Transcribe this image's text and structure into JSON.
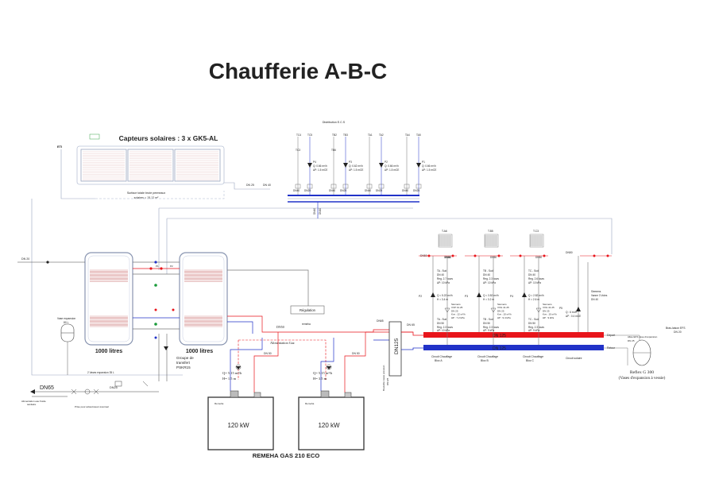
{
  "title": "Chaufferie A-B-C",
  "solar": {
    "label": "Capteurs solaires : 3 x GK5-AL",
    "surface_line1": "Surface totale brute permeaux",
    "surface_line2": "solaires = 15,12 m²",
    "sensor": "ETI"
  },
  "distribution": {
    "label": "Distribution E.C.S",
    "sensors": [
      "TC4",
      "TC5",
      "TB2",
      "TB3",
      "TA1",
      "TA2",
      "TA4",
      "TA5"
    ],
    "sub": [
      "TC3",
      "TB6"
    ],
    "pumps": [
      {
        "name": "P4",
        "q": "Q: 0.66 m³/h",
        "dp": "ΔP: 1.5 mCE"
      },
      {
        "name": "P3",
        "q": "Q: 0.62 m³/h",
        "dp": "ΔP: 1.5 mCE"
      },
      {
        "name": "P2",
        "q": "Q: 0.66 m³/h",
        "dp": "ΔP: 1.5 mCE"
      },
      {
        "name": "P1",
        "q": "Q: 0.66 m³/h",
        "dp": "ΔP: 1.5 mCE"
      }
    ],
    "dn": [
      "DN40",
      "DN25",
      "DN40",
      "DN25",
      "DN40",
      "DN25",
      "DN40",
      "DN25"
    ],
    "feed": [
      "DN 25",
      "DN 40"
    ],
    "vertical": [
      "DN40",
      "DN40"
    ]
  },
  "tanks": {
    "left": "1000 litres",
    "right": "1000 litres",
    "transfer_group": [
      "Groupe de",
      "transfert",
      "PSKR15"
    ]
  },
  "left_side": {
    "dn_in": "DN 20",
    "expansion_vessel": [
      "Vase expansion",
      "80 L"
    ],
    "expansion_small": "2 Vases expansion 35 L",
    "dn65": "DN65",
    "inlet_note": [
      "Alimentation eau froide",
      "sanitaire"
    ],
    "dn_small": "DN25",
    "withdrawal_note": "Prise pour adoucisseur éventuel"
  },
  "regulation": {
    "label": "Régulation",
    "sub": "remeha"
  },
  "gas": {
    "dn": "DN50",
    "label": "Alimentation Gaz"
  },
  "boilers": {
    "left_power": "120 kW",
    "right_power": "120 kW",
    "model": "REMEHA GAS 210 ECO",
    "brand_left": "Remeha",
    "brand_right": "Remeha",
    "left_pump": {
      "q": "Q= 5.15 m³/h",
      "h": "H= 1.5 m"
    },
    "right_pump": {
      "q": "Q= 5.15 m³/h",
      "h": "H= 3.5 m"
    },
    "dn_left": "DN 50",
    "dn_right": "DN 50",
    "dn_mid": "DN65"
  },
  "collector": {
    "bottle": "DN125",
    "bottle_note": [
      "Bouteille casse pression",
      "DN125"
    ],
    "dn65": "DN 65",
    "hot": "DN 125",
    "cold": "DN 125",
    "depart": "Départ",
    "retour": "Retour",
    "dn50": "DN50"
  },
  "circuits": [
    {
      "temp": "T.A6",
      "dn1": "DN50",
      "dn2": "DN50",
      "sensor": "TA - Sud",
      "dn_a": "DN 40",
      "reg": "Reg. 2.7 tours",
      "dp": "ΔP: 10 kPa",
      "pump": "P2",
      "q": "Q = 5.22 m³/h",
      "h": "H = 3.4 m",
      "valve": [
        "Siemens",
        "VXP 31.25",
        "DN 25",
        "Kvs : 12 m³/h",
        "ΔP : 7.2 kPa"
      ],
      "sensor2": "TA - Sud",
      "dn_b": "DN 50",
      "reg2": "Reg. 2.3 tours",
      "dp2": "ΔP: 10 kPa",
      "label": [
        "Circuit Chauffage",
        "Bloc A"
      ]
    },
    {
      "temp": "T.B5",
      "dn1": "DN50",
      "sensor": "TB - Sud",
      "dn_a": "DN 40",
      "reg": "Reg. 2.3 tours",
      "dp": "ΔP: 10 kPa",
      "pump": "P3",
      "q": "Q = 3.52 m³/h",
      "h": "H = 3.2 m",
      "valve": [
        "Siemens",
        "VXG 41.25",
        "DN 25",
        "Kvs : 10 m³/h",
        "ΔP : 9.4 kPa"
      ],
      "sensor2": "TB - Sud",
      "dn_b": "DN 50",
      "reg2": "Reg. 2.3 tours",
      "dp2": "ΔP: 9 kPa",
      "label": [
        "Circuit Chauffage",
        "Bloc B"
      ]
    },
    {
      "temp": "T.C3",
      "dn1": "DN50",
      "sensor": "TC - Sud",
      "dn_a": "DN 40",
      "reg": "Reg. 2.6 tours",
      "dp": "ΔP: 10 kPa",
      "pump": "P4",
      "q": "Q = 2.82 m³/h",
      "h": "H = 2.6 m",
      "valve": [
        "Siemens",
        "VXG 41.25",
        "DN 25",
        "Kvs : 10 m³/h",
        "ΔP : 9 kPa"
      ],
      "sensor2": "TC - Sud",
      "dn_b": "DN 50",
      "reg2": "Reg. 2.3 tours",
      "dp2": "ΔP: 9 kPa",
      "label": [
        "Circuit Chauffage",
        "Bloc C"
      ]
    }
  ],
  "solar_circuit": {
    "dn": "DN50",
    "pump": "P5",
    "q": "Q : 6 m³/h",
    "h": "ΔP : 0.4 mCE",
    "valve": [
      "Siemens",
      "Vanne 3 Voies",
      "DN 40"
    ],
    "label": "Circuit solaire"
  },
  "right_side": {
    "bras": [
      "Bras-laison EFS",
      "DN 20"
    ],
    "vase_note": [
      "Allée EFS vase d'expansion",
      "DN 25"
    ],
    "reflex": "Reflex G 300",
    "reflex_sub": "(Vases d'expansion à vessie)"
  },
  "colors": {
    "hot": "#e8151b",
    "cold": "#2132c8",
    "line": "#777777",
    "grid": "#b9c2d6"
  }
}
